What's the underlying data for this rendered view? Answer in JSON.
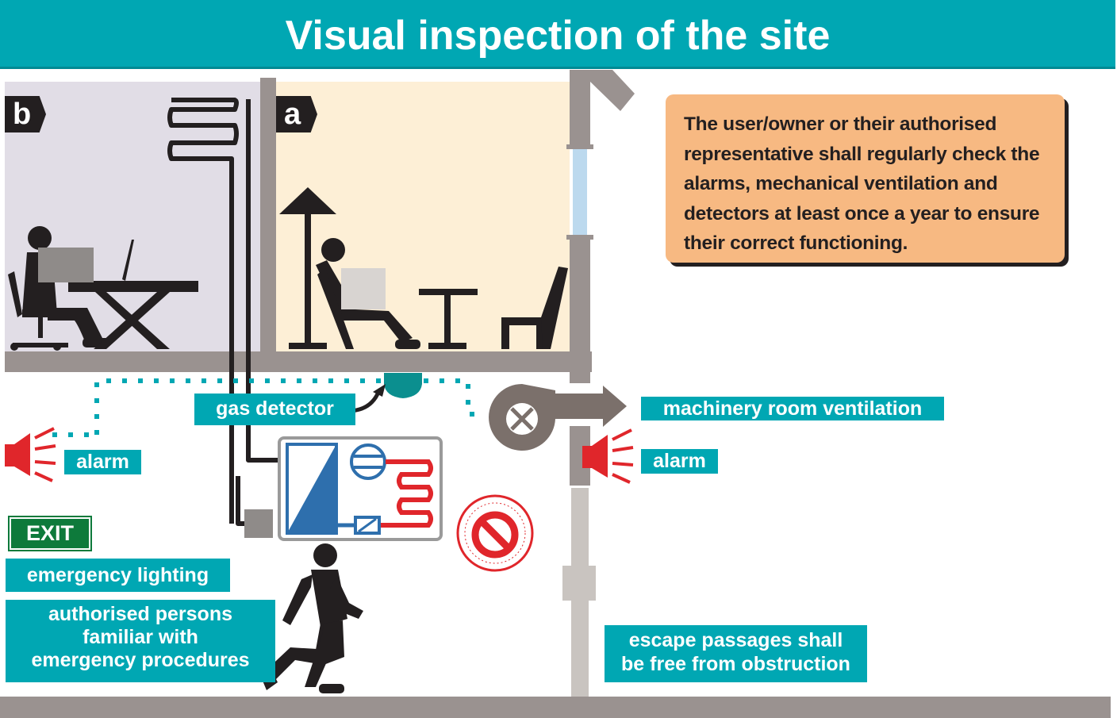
{
  "title": "Visual inspection of the site",
  "rooms": {
    "b": "b",
    "a": "a"
  },
  "notice": "The user/owner or their authorised representative shall regularly check the alarms, mechanical ventilation and detectors at least once a year to ensure their correct functioning.",
  "labels": {
    "gas_detector": "gas detector",
    "machinery_ventilation": "machinery room ventilation",
    "alarm_left": "alarm",
    "alarm_right": "alarm",
    "exit_sign": "EXIT",
    "emergency_lighting": "emergency lighting",
    "authorised_line1": "authorised persons",
    "authorised_line2": "familiar with",
    "authorised_line3": "emergency procedures",
    "escape_line1": "escape passages shall",
    "escape_line2": "be free from obstruction"
  },
  "colors": {
    "teal": "#00a7b3",
    "room_b": "#e1dde6",
    "room_a": "#fdefd6",
    "wall": "#9a9290",
    "dark": "#231f20",
    "alarm_red": "#e0262b",
    "unit_blue": "#2e6fad",
    "note_orange": "#f7b982",
    "exit_green": "#0e7a3b"
  },
  "icons": [
    "gas-detector-icon",
    "alarm-siren-icon",
    "ventilation-fan-icon",
    "no-entry-icon",
    "heat-pump-unit-icon",
    "walking-person-icon",
    "desk-worker-icon",
    "reading-person-icon"
  ]
}
